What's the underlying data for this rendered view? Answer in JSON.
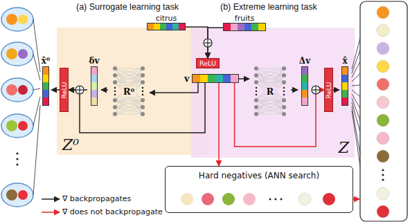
{
  "diagram": {
    "nodes": [
      {
        "text": [
          "Z⁰"
        ]
      },
      {
        "text": [
          "Z"
        ]
      },
      {
        "text": [
          "citrus"
        ]
      },
      {
        "text": [
          "fruits"
        ]
      },
      {
        "text": [
          "ReLU"
        ]
      },
      {
        "text": [
          "v"
        ]
      },
      {
        "text": [
          "δv"
        ],
        "in": 0
      },
      {
        "text": [
          "R⁰"
        ],
        "in": 0
      },
      {
        "text": [
          "ReLU"
        ],
        "in": 0
      },
      {
        "text": [
          "x̂⁰"
        ]
      },
      {
        "text": [
          "Δv"
        ],
        "in": 1
      },
      {
        "text": [
          "R"
        ],
        "in": 1
      },
      {
        "text": [
          "ReLU"
        ],
        "in": 1
      },
      {
        "text": [
          "x̂"
        ]
      },
      {
        "text": [
          "Hard negatives (ANN search)"
        ]
      }
    ],
    "edges": [
      {
        "from": 2,
        "to": 4,
        "arrow": "to"
      },
      {
        "from": 3,
        "to": 4,
        "arrow": "to"
      },
      {
        "from": 5,
        "to": 7,
        "arrow": "to"
      },
      {
        "from": 7,
        "to": 6,
        "arrow": "to"
      },
      {
        "from": 6,
        "to": 8,
        "arrow": "to"
      },
      {
        "from": 5,
        "to": 8,
        "arrow": "to"
      },
      {
        "from": 8,
        "to": 9,
        "arrow": "to"
      },
      {
        "from": 5,
        "to": 11,
        "arrow": "to"
      },
      {
        "from": 11,
        "to": 10,
        "arrow": "to"
      },
      {
        "from": 10,
        "to": 12,
        "arrow": "to"
      },
      {
        "from": 5,
        "to": 12,
        "arrow": "to"
      },
      {
        "from": 12,
        "to": 13,
        "arrow": "to"
      },
      {
        "from": 5,
        "to": 14,
        "arrow": "to"
      }
    ],
    "labels": [
      "(a) Surrogate learning task",
      "(b) Extreme learning task"
    ],
    "legend": [
      {
        "text": "∇ backpropagates"
      },
      {
        "text": "∇ does not backpropagate"
      }
    ]
  }
}
